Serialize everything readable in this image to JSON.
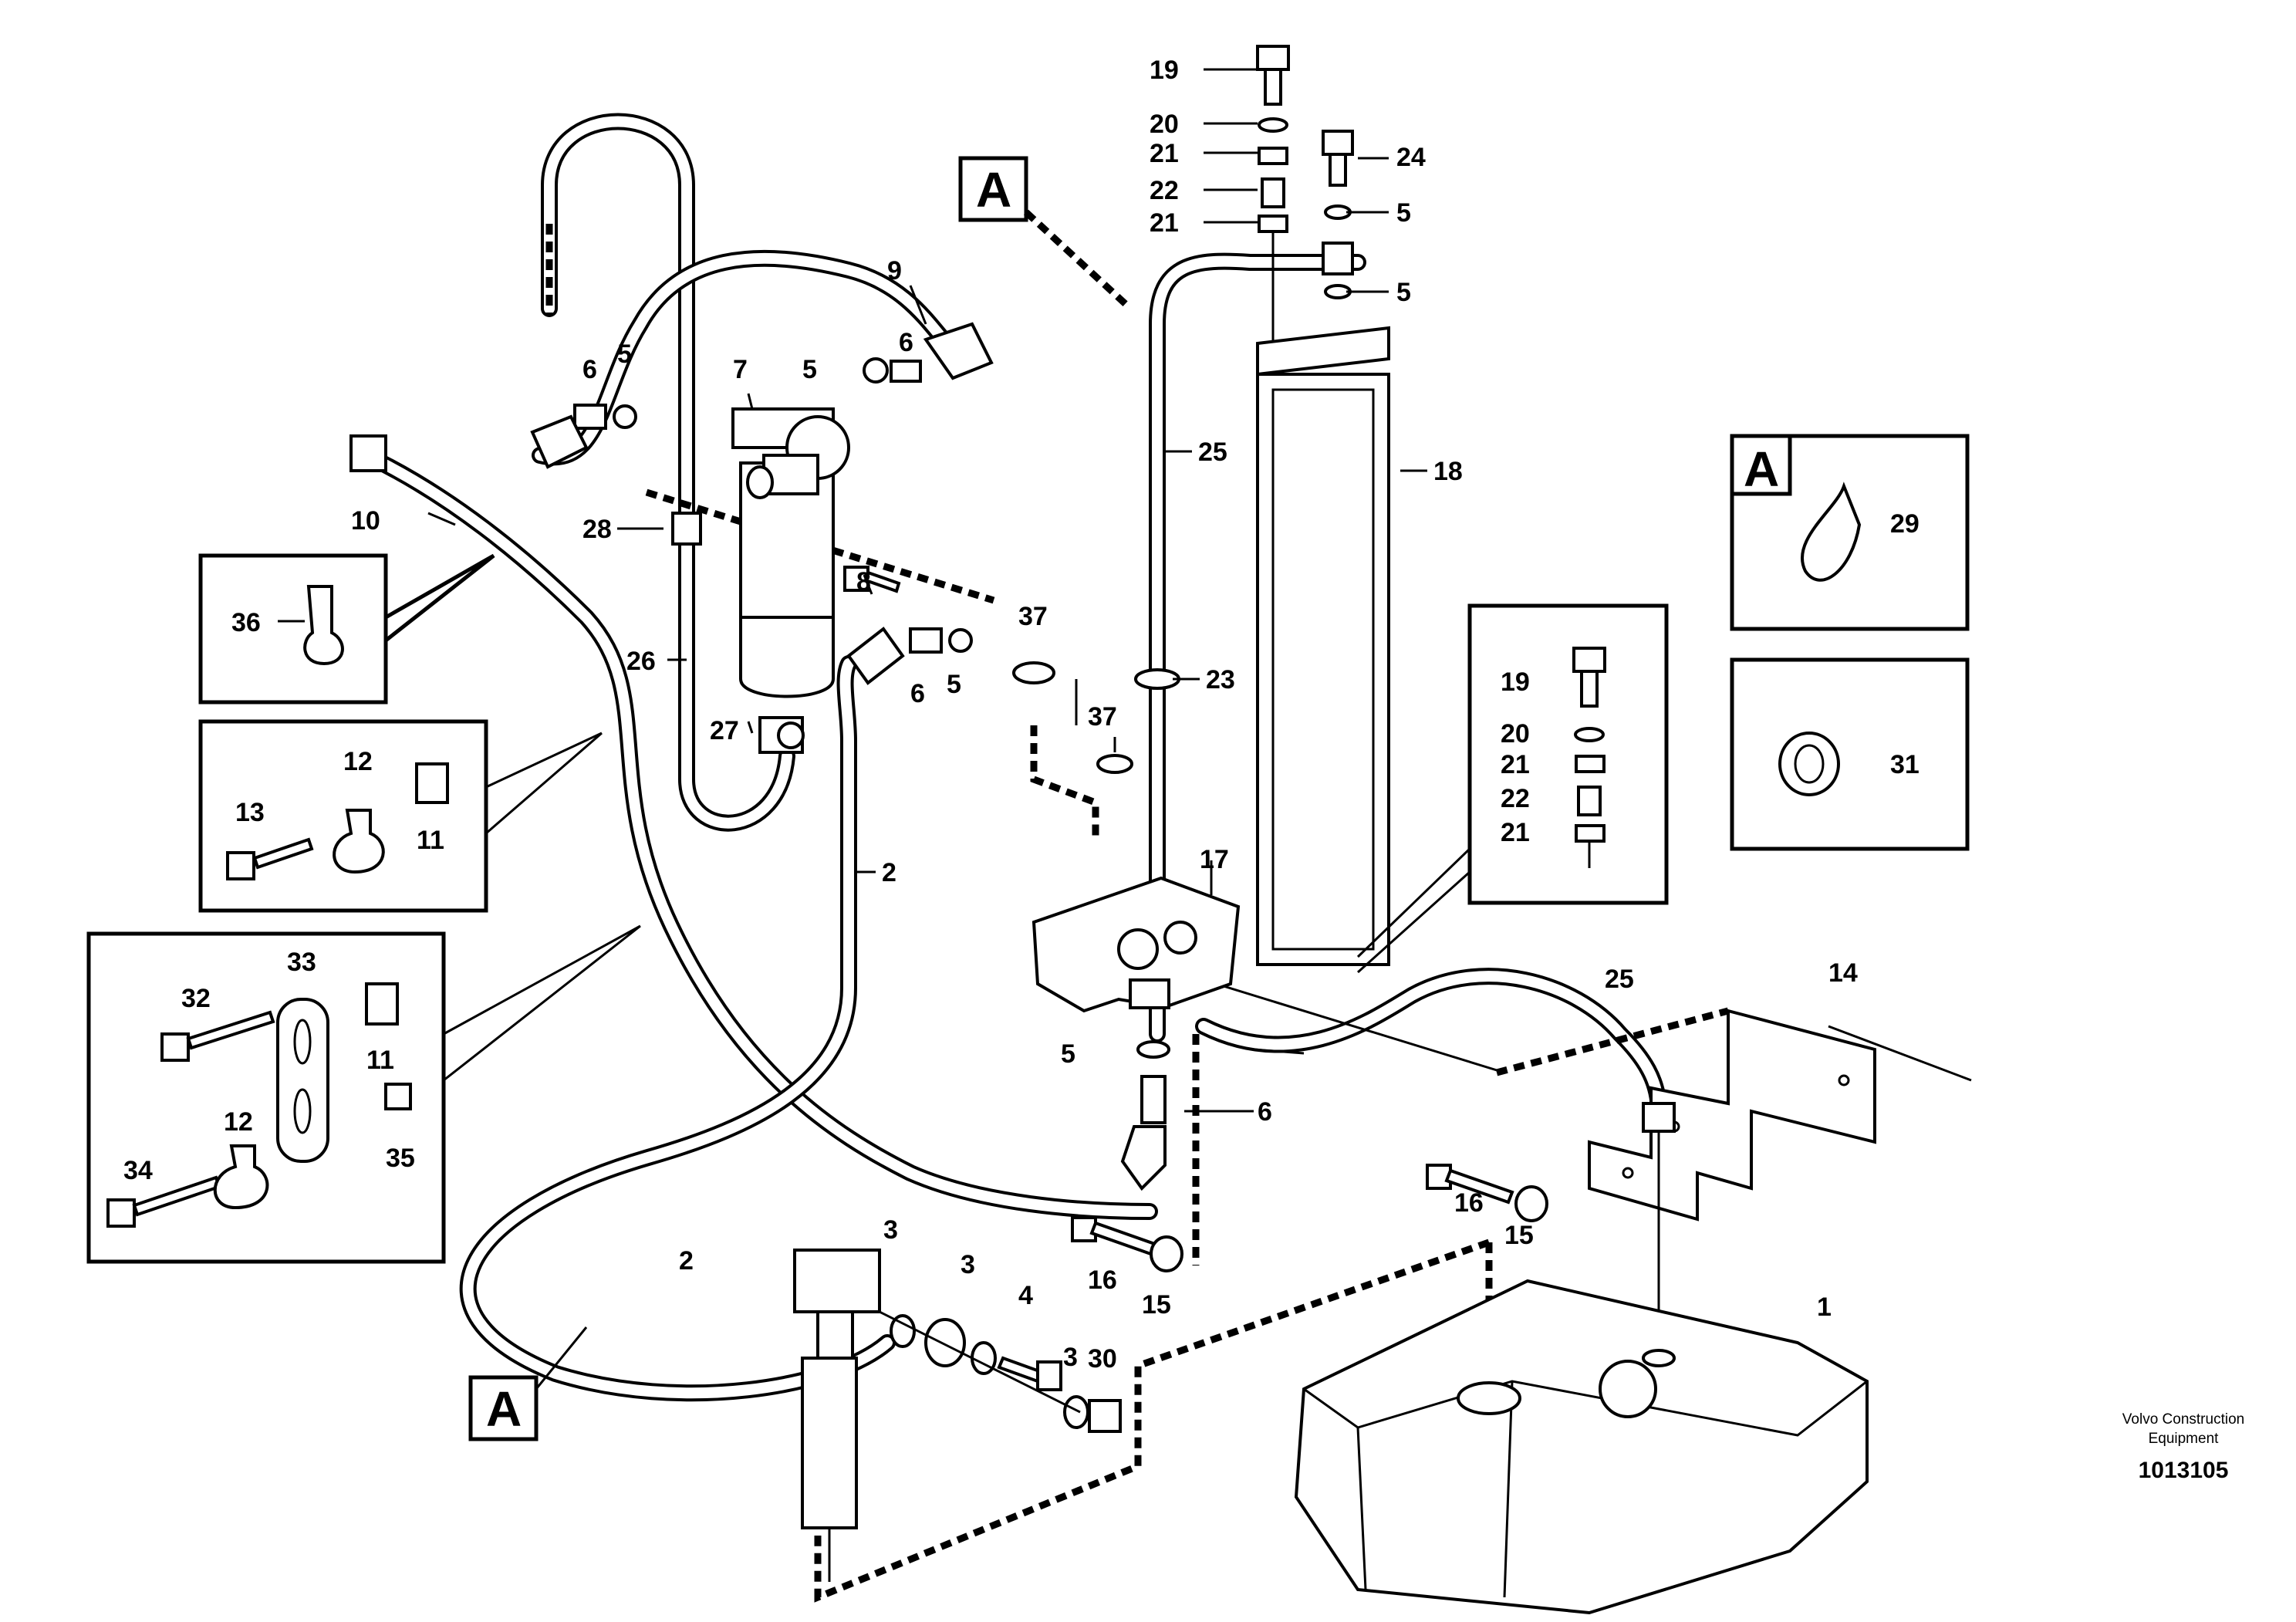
{
  "labels": {
    "l1": "1",
    "l2a": "2",
    "l2b": "2",
    "l3a": "3",
    "l3b": "3",
    "l3c": "3",
    "l4": "4",
    "l5a": "5",
    "l5b": "5",
    "l5c": "5",
    "l5d": "5",
    "l5e": "5",
    "l5f": "5",
    "l6a": "6",
    "l6b": "6",
    "l6c": "6",
    "l6d": "6",
    "l7": "7",
    "l8": "8",
    "l9": "9",
    "l10": "10",
    "l11a": "11",
    "l11b": "11",
    "l12a": "12",
    "l12b": "12",
    "l13": "13",
    "l14": "14",
    "l15a": "15",
    "l15b": "15",
    "l16a": "16",
    "l16b": "16",
    "l17": "17",
    "l18": "18",
    "l19a": "19",
    "l19b": "19",
    "l20a": "20",
    "l20b": "20",
    "l21a": "21",
    "l21b": "21",
    "l21c": "21",
    "l21d": "21",
    "l22a": "22",
    "l22b": "22",
    "l23": "23",
    "l24": "24",
    "l25a": "25",
    "l25b": "25",
    "l26": "26",
    "l27": "27",
    "l28": "28",
    "l29": "29",
    "l30": "30",
    "l31": "31",
    "l32": "32",
    "l33": "33",
    "l34": "34",
    "l35": "35",
    "l36": "36",
    "l37a": "37",
    "l37b": "37"
  },
  "callouts": {
    "a1": "A",
    "a2": "A",
    "a3": "A"
  },
  "credit": {
    "line1": "Volvo Construction",
    "line2": "Equipment",
    "id": "1013105"
  }
}
